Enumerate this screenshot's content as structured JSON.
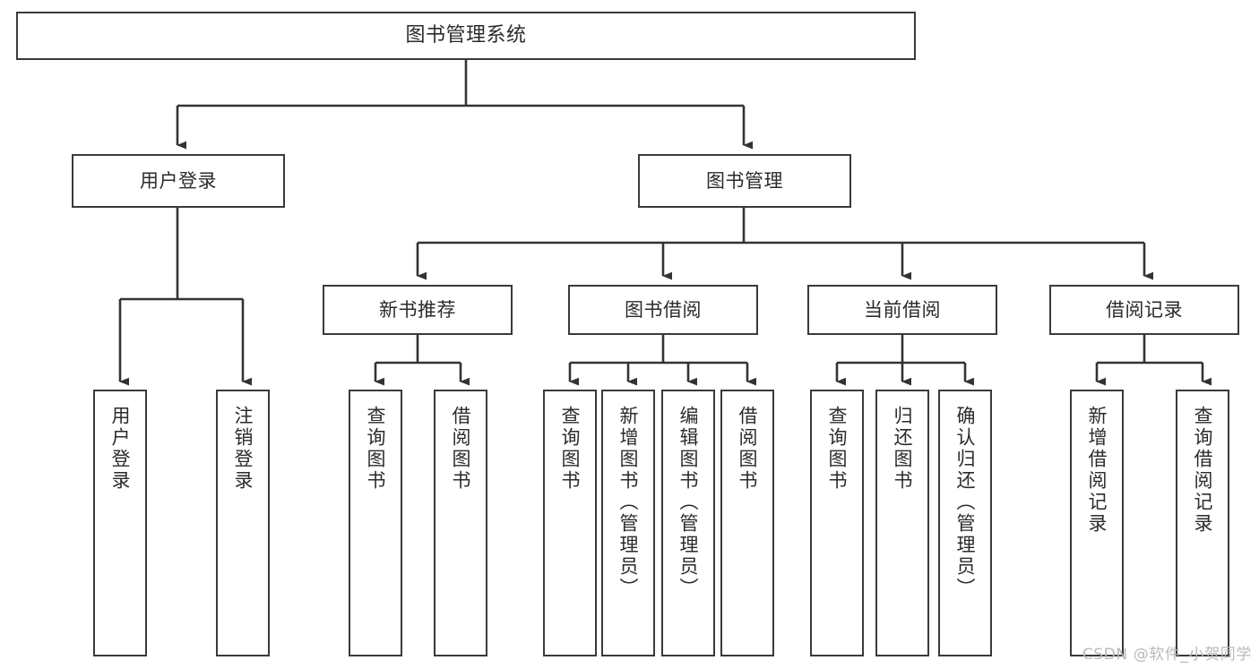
{
  "diagram": {
    "type": "hierarchy-tree",
    "title": "图书管理系统",
    "watermark": "CSDN @软件_小贺同学",
    "colors": {
      "background": "#ffffff",
      "box_border": "#3a3a3a",
      "box_fill": "#ffffff",
      "connector": "#333333",
      "text": "#2b2b2b",
      "watermark": "#b9b9b9"
    },
    "nodes": {
      "root": {
        "label": "图书管理系统"
      },
      "level2": [
        {
          "label": "用户登录"
        },
        {
          "label": "图书管理"
        }
      ],
      "level3": [
        {
          "label": "新书推荐"
        },
        {
          "label": "图书借阅"
        },
        {
          "label": "当前借阅"
        },
        {
          "label": "借阅记录"
        }
      ],
      "leaves": {
        "user_login": [
          {
            "label": "用户登录"
          },
          {
            "label": "注销登录"
          }
        ],
        "new_book": [
          {
            "label": "查询图书"
          },
          {
            "label": "借阅图书"
          }
        ],
        "book_borrow": [
          {
            "label": "查询图书"
          },
          {
            "label": "新增图书（管理员）"
          },
          {
            "label": "编辑图书（管理员）"
          },
          {
            "label": "借阅图书"
          }
        ],
        "current_borrow": [
          {
            "label": "查询图书"
          },
          {
            "label": "归还图书"
          },
          {
            "label": "确认归还（管理员）"
          }
        ],
        "borrow_record": [
          {
            "label": "新增借阅记录"
          },
          {
            "label": "查询借阅记录"
          }
        ]
      }
    }
  }
}
